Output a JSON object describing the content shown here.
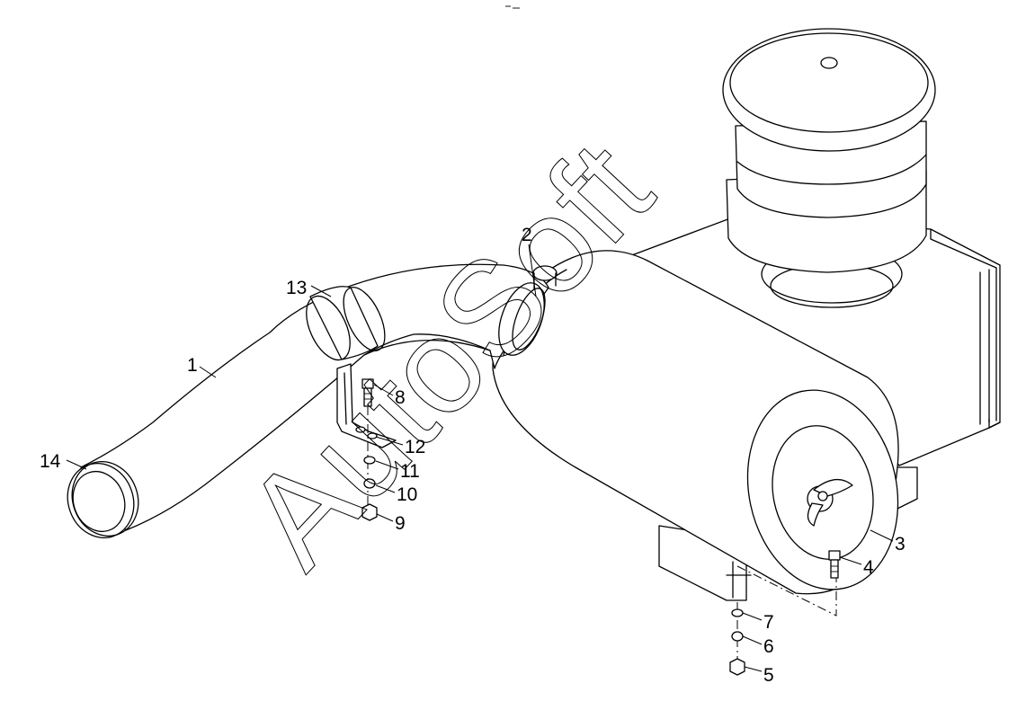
{
  "watermark": "AutoSoft",
  "callouts": [
    {
      "id": "c1",
      "text": "1"
    },
    {
      "id": "c2",
      "text": "2"
    },
    {
      "id": "c3",
      "text": "3"
    },
    {
      "id": "c4",
      "text": "4"
    },
    {
      "id": "c5",
      "text": "5"
    },
    {
      "id": "c6",
      "text": "6"
    },
    {
      "id": "c7",
      "text": "7"
    },
    {
      "id": "c8",
      "text": "8"
    },
    {
      "id": "c9",
      "text": "9"
    },
    {
      "id": "c10",
      "text": "10"
    },
    {
      "id": "c11",
      "text": "11"
    },
    {
      "id": "c12",
      "text": "12"
    },
    {
      "id": "c13",
      "text": "13"
    },
    {
      "id": "c14",
      "text": "14"
    }
  ]
}
